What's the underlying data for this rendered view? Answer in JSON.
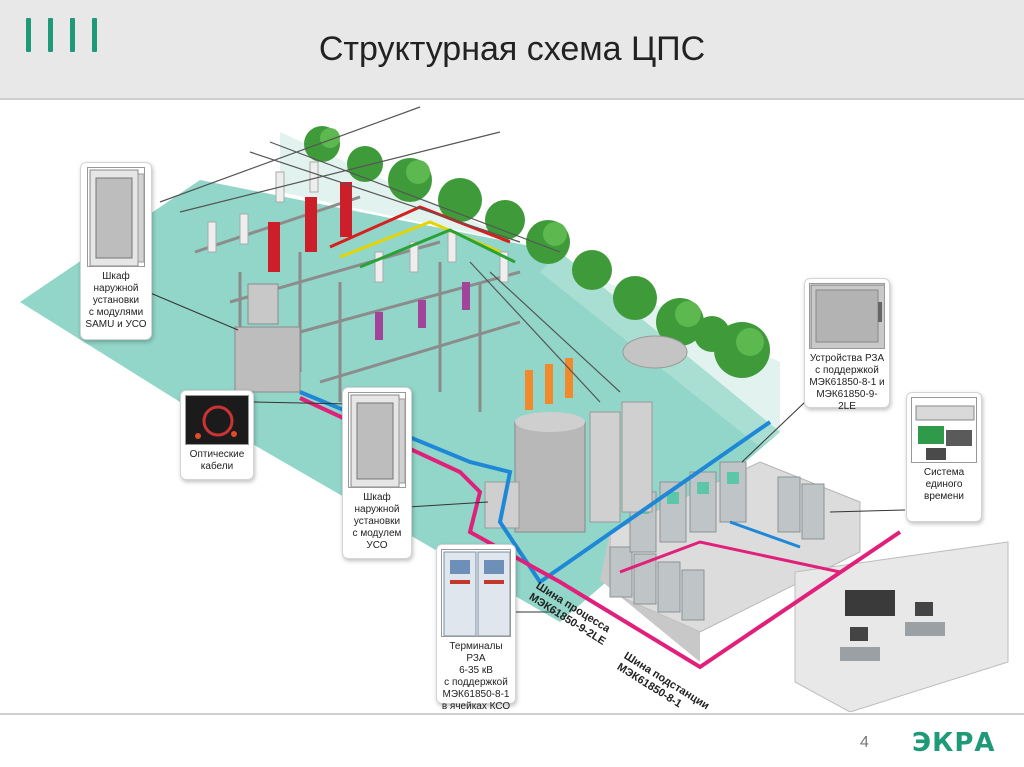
{
  "header": {
    "title": "Структурная схема ЦПС",
    "accent_color": "#1f9a78"
  },
  "callouts": {
    "cabinet_samu": "Шкаф\nнаружной\nустановки\nс модулями\nSAMU и УСО",
    "optical": "Оптические\nкабели",
    "cabinet_uso": "Шкаф\nнаружной\nустановки\nс модулем\nУСО",
    "terminals": "Терминалы РЗА\n6-35 кВ\nс поддержкой\nМЭК61850-8-1\nв ячейках КСО",
    "rza_devices": "Устройства РЗА\nс поддержкой\nМЭК61850-8-1 и\nМЭК61850-9-2LE",
    "time_system": "Система\nединого\nвремени"
  },
  "buses": {
    "process_bus": "Шина процесса\nМЭК61850-9-2LE",
    "station_bus": "Шина подстанции\nМЭК61850-8-1",
    "process_color": "#1e88d6",
    "station_color": "#e0207a"
  },
  "footer": {
    "page_number": "4",
    "logo_text": "ЭКРА"
  }
}
